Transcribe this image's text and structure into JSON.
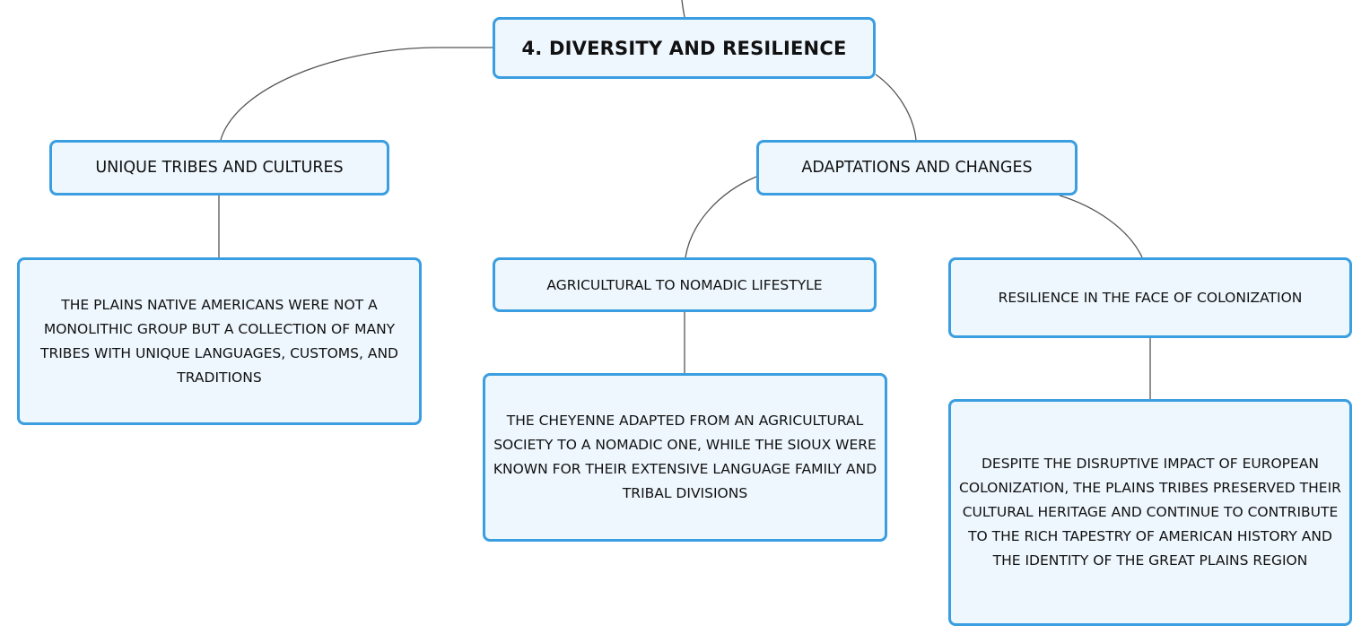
{
  "mindmap": {
    "root": {
      "label": "4. DIVERSITY AND RESILIENCE"
    },
    "branches": [
      {
        "label": "UNIQUE TRIBES AND CULTURES",
        "detail": "THE PLAINS NATIVE AMERICANS WERE NOT A MONOLITHIC GROUP BUT A COLLECTION OF MANY TRIBES WITH UNIQUE LANGUAGES, CUSTOMS, AND TRADITIONS"
      },
      {
        "label": "ADAPTATIONS AND CHANGES",
        "children": [
          {
            "label": "AGRICULTURAL TO NOMADIC LIFESTYLE",
            "detail": "THE CHEYENNE ADAPTED FROM AN AGRICULTURAL SOCIETY TO A NOMADIC ONE, WHILE THE SIOUX WERE KNOWN FOR THEIR EXTENSIVE LANGUAGE FAMILY AND TRIBAL DIVISIONS"
          },
          {
            "label": "RESILIENCE IN THE FACE OF COLONIZATION",
            "detail": "DESPITE THE DISRUPTIVE IMPACT OF EUROPEAN COLONIZATION, THE PLAINS TRIBES PRESERVED THEIR CULTURAL HERITAGE AND CONTINUE TO CONTRIBUTE TO THE RICH TAPESTRY OF AMERICAN HISTORY AND THE IDENTITY OF THE GREAT PLAINS REGION"
          }
        ]
      }
    ]
  },
  "colors": {
    "node_border": "#3a9ee0",
    "node_fill": "#eef7fe",
    "connector": "#555555",
    "text": "#111111"
  }
}
